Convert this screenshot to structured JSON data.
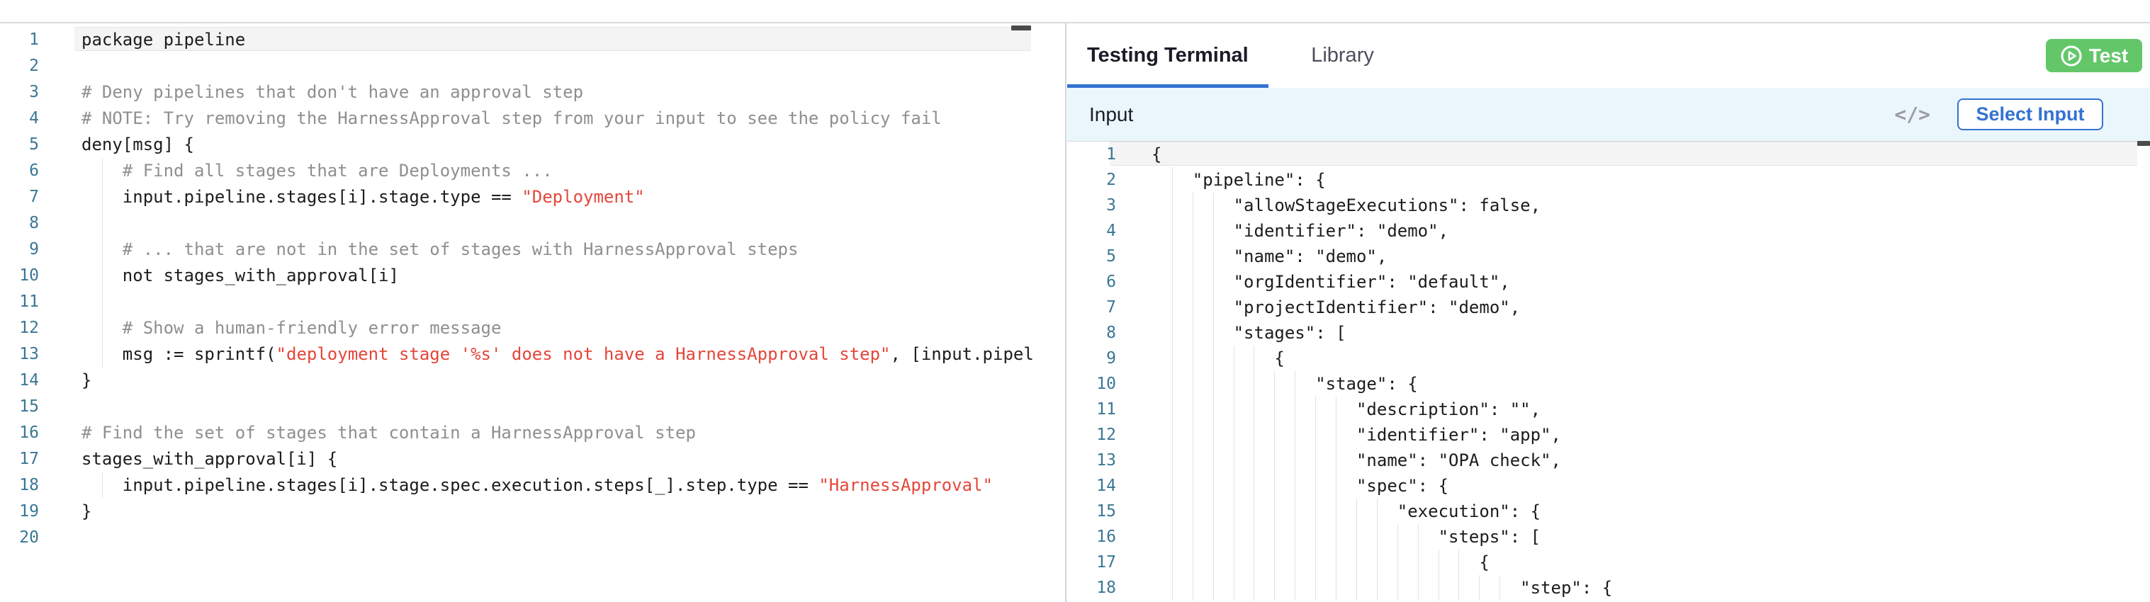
{
  "colors": {
    "primary_blue": "#3472d2",
    "test_green": "#63c76a",
    "string_red": "#e5463a",
    "comment_gray": "#8f8f8f",
    "line_number_blue": "#3a7795",
    "input_bar_bg": "#eaf6fc"
  },
  "right_panel": {
    "tabs": [
      {
        "label": "Testing Terminal",
        "active": true
      },
      {
        "label": "Library",
        "active": false
      }
    ],
    "test_button_label": "Test",
    "input_section": {
      "title": "Input",
      "code_toggle_icon": "</>",
      "select_input_label": "Select Input"
    }
  },
  "left_editor": {
    "language": "rego",
    "lines": [
      {
        "n": 1,
        "segments": [
          {
            "t": "package pipeline",
            "c": "code"
          }
        ]
      },
      {
        "n": 2,
        "segments": []
      },
      {
        "n": 3,
        "segments": [
          {
            "t": "# Deny pipelines that don't have an approval step",
            "c": "com"
          }
        ]
      },
      {
        "n": 4,
        "segments": [
          {
            "t": "# NOTE: Try removing the HarnessApproval step from your input to see the policy fail",
            "c": "com"
          }
        ]
      },
      {
        "n": 5,
        "segments": [
          {
            "t": "deny[msg] {",
            "c": "code"
          }
        ]
      },
      {
        "n": 6,
        "segments": [
          {
            "t": "    ",
            "c": "code"
          },
          {
            "t": "# Find all stages that are Deployments ...",
            "c": "com"
          }
        ]
      },
      {
        "n": 7,
        "segments": [
          {
            "t": "    input.pipeline.stages[i].stage.type == ",
            "c": "code"
          },
          {
            "t": "\"Deployment\"",
            "c": "str"
          }
        ]
      },
      {
        "n": 8,
        "segments": [],
        "guide_indent": 4
      },
      {
        "n": 9,
        "segments": [
          {
            "t": "    ",
            "c": "code"
          },
          {
            "t": "# ... that are not in the set of stages with HarnessApproval steps",
            "c": "com"
          }
        ]
      },
      {
        "n": 10,
        "segments": [
          {
            "t": "    not stages_with_approval[i]",
            "c": "code"
          }
        ]
      },
      {
        "n": 11,
        "segments": [],
        "guide_indent": 4
      },
      {
        "n": 12,
        "segments": [
          {
            "t": "    ",
            "c": "code"
          },
          {
            "t": "# Show a human-friendly error message",
            "c": "com"
          }
        ]
      },
      {
        "n": 13,
        "segments": [
          {
            "t": "    msg := sprintf(",
            "c": "code"
          },
          {
            "t": "\"deployment stage '%s' does not have a HarnessApproval step\"",
            "c": "str"
          },
          {
            "t": ", [input.pipel",
            "c": "code"
          }
        ]
      },
      {
        "n": 14,
        "segments": [
          {
            "t": "}",
            "c": "code"
          }
        ]
      },
      {
        "n": 15,
        "segments": []
      },
      {
        "n": 16,
        "segments": [
          {
            "t": "# Find the set of stages that contain a HarnessApproval step",
            "c": "com"
          }
        ]
      },
      {
        "n": 17,
        "segments": [
          {
            "t": "stages_with_approval[i] {",
            "c": "code"
          }
        ]
      },
      {
        "n": 18,
        "segments": [
          {
            "t": "    input.pipeline.stages[i].stage.spec.execution.steps[_].step.type == ",
            "c": "code"
          },
          {
            "t": "\"HarnessApproval\"",
            "c": "str"
          }
        ]
      },
      {
        "n": 19,
        "segments": [
          {
            "t": "}",
            "c": "code"
          }
        ]
      },
      {
        "n": 20,
        "segments": []
      }
    ]
  },
  "input_editor": {
    "language": "json",
    "lines": [
      {
        "n": 1,
        "segments": [
          {
            "t": "{",
            "c": "code"
          }
        ]
      },
      {
        "n": 2,
        "segments": [
          {
            "t": "    \"pipeline\": {",
            "c": "code"
          }
        ]
      },
      {
        "n": 3,
        "segments": [
          {
            "t": "        \"allowStageExecutions\": false,",
            "c": "code"
          }
        ]
      },
      {
        "n": 4,
        "segments": [
          {
            "t": "        \"identifier\": \"demo\",",
            "c": "code"
          }
        ]
      },
      {
        "n": 5,
        "segments": [
          {
            "t": "        \"name\": \"demo\",",
            "c": "code"
          }
        ]
      },
      {
        "n": 6,
        "segments": [
          {
            "t": "        \"orgIdentifier\": \"default\",",
            "c": "code"
          }
        ]
      },
      {
        "n": 7,
        "segments": [
          {
            "t": "        \"projectIdentifier\": \"demo\",",
            "c": "code"
          }
        ]
      },
      {
        "n": 8,
        "segments": [
          {
            "t": "        \"stages\": [",
            "c": "code"
          }
        ]
      },
      {
        "n": 9,
        "segments": [
          {
            "t": "            {",
            "c": "code"
          }
        ]
      },
      {
        "n": 10,
        "segments": [
          {
            "t": "                \"stage\": {",
            "c": "code"
          }
        ]
      },
      {
        "n": 11,
        "segments": [
          {
            "t": "                    \"description\": \"\",",
            "c": "code"
          }
        ]
      },
      {
        "n": 12,
        "segments": [
          {
            "t": "                    \"identifier\": \"app\",",
            "c": "code"
          }
        ]
      },
      {
        "n": 13,
        "segments": [
          {
            "t": "                    \"name\": \"OPA check\",",
            "c": "code"
          }
        ]
      },
      {
        "n": 14,
        "segments": [
          {
            "t": "                    \"spec\": {",
            "c": "code"
          }
        ]
      },
      {
        "n": 15,
        "segments": [
          {
            "t": "                        \"execution\": {",
            "c": "code"
          }
        ]
      },
      {
        "n": 16,
        "segments": [
          {
            "t": "                            \"steps\": [",
            "c": "code"
          }
        ]
      },
      {
        "n": 17,
        "segments": [
          {
            "t": "                                {",
            "c": "code"
          }
        ]
      },
      {
        "n": 18,
        "segments": [
          {
            "t": "                                    \"step\": {",
            "c": "code"
          }
        ]
      }
    ]
  }
}
